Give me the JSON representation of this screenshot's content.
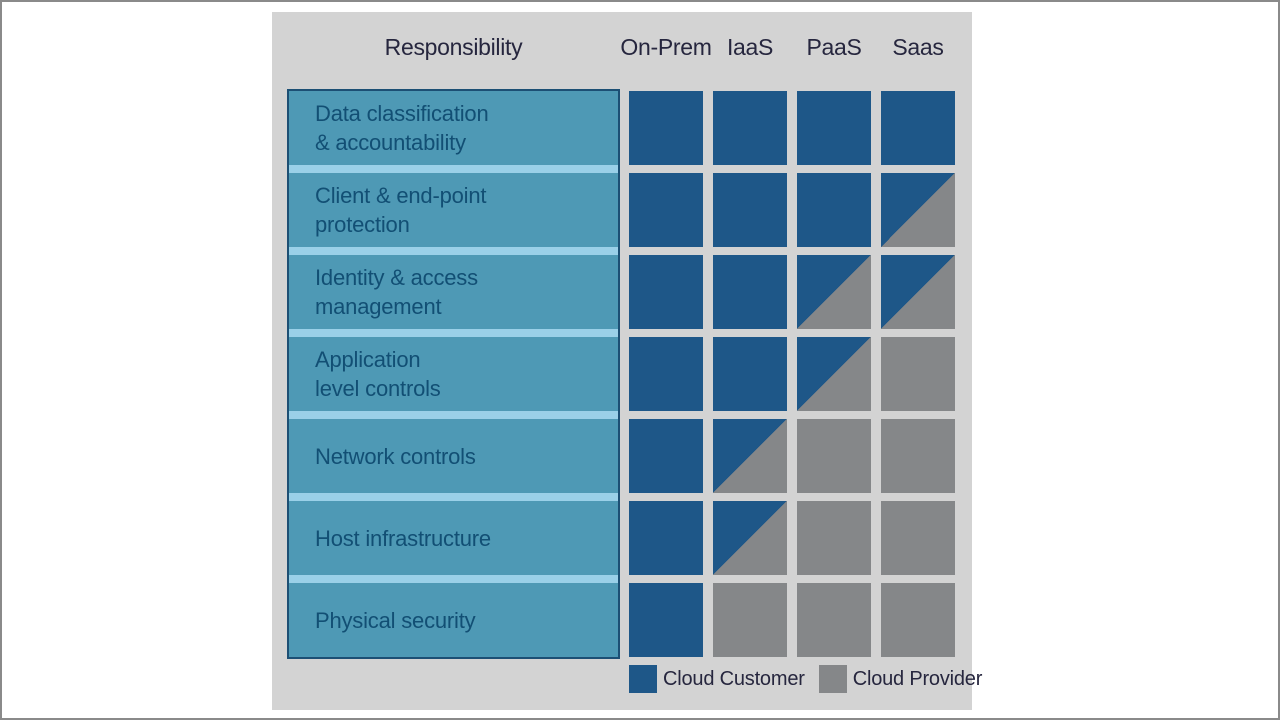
{
  "header": {
    "responsibility_label": "Responsibility",
    "columns": [
      "On-Prem",
      "IaaS",
      "PaaS",
      "Saas"
    ]
  },
  "matrix": {
    "rows": [
      {
        "label": "Data classification\n& accountability",
        "cells": [
          "customer",
          "customer",
          "customer",
          "customer"
        ]
      },
      {
        "label": "Client & end-point\nprotection",
        "cells": [
          "customer",
          "customer",
          "customer",
          "shared"
        ]
      },
      {
        "label": "Identity & access\nmanagement",
        "cells": [
          "customer",
          "customer",
          "shared",
          "shared"
        ]
      },
      {
        "label": "Application\nlevel controls",
        "cells": [
          "customer",
          "customer",
          "shared",
          "provider"
        ]
      },
      {
        "label": "Network controls",
        "cells": [
          "customer",
          "shared",
          "provider",
          "provider"
        ]
      },
      {
        "label": "Host infrastructure",
        "cells": [
          "customer",
          "shared",
          "provider",
          "provider"
        ]
      },
      {
        "label": "Physical security",
        "cells": [
          "customer",
          "provider",
          "provider",
          "provider"
        ]
      }
    ]
  },
  "legend": [
    {
      "label": "Cloud Customer",
      "type": "customer"
    },
    {
      "label": "Cloud Provider",
      "type": "provider"
    }
  ],
  "colors": {
    "customer_blue": "#1E5788",
    "provider_gray": "#858789",
    "label_row_teal": "#4E99B5",
    "label_divider_light_blue": "#9AD0E8",
    "label_border_navy": "#1C4F74",
    "panel_gray": "#D3D3D3",
    "header_text": "#26263E",
    "label_text": "#124F74"
  }
}
